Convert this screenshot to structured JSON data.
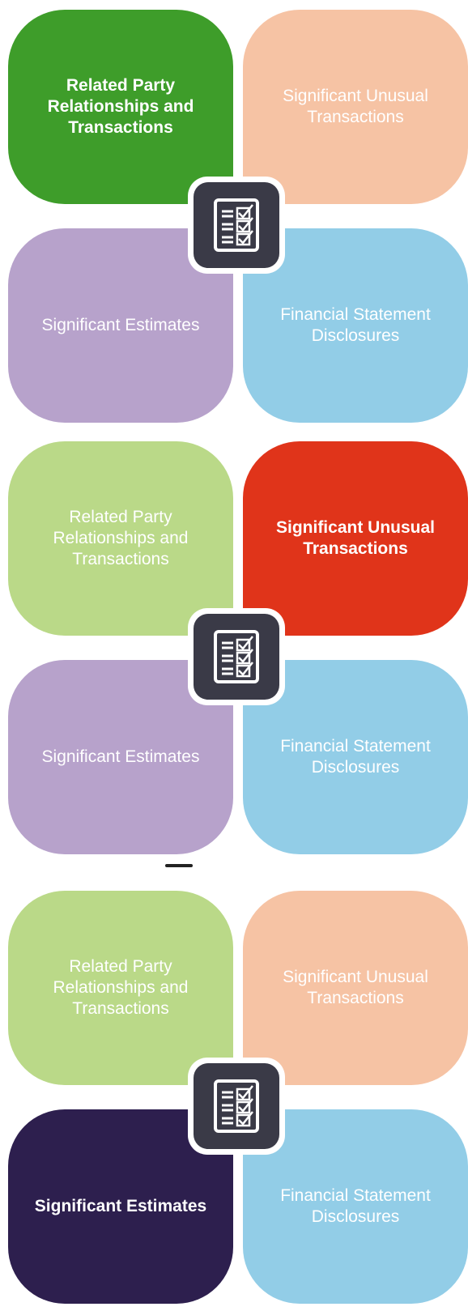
{
  "panels": [
    {
      "tiles": {
        "top_left": {
          "label": "Related Party Relationships and Transactions",
          "color": "#3e9d2a",
          "emphasized": true
        },
        "top_right": {
          "label": "Significant Unusual Transactions",
          "color": "#f6c3a4",
          "emphasized": false
        },
        "bottom_left": {
          "label": "Significant Estimates",
          "color": "#b7a2cb",
          "emphasized": false
        },
        "bottom_right": {
          "label": "Financial Statement Disclosures",
          "color": "#92cde7",
          "emphasized": false
        }
      },
      "center_icon": "checklist-icon"
    },
    {
      "tiles": {
        "top_left": {
          "label": "Related Party Relationships and Transactions",
          "color": "#bad988",
          "emphasized": false
        },
        "top_right": {
          "label": "Significant Unusual Transactions",
          "color": "#e0341a",
          "emphasized": true
        },
        "bottom_left": {
          "label": "Significant Estimates",
          "color": "#b7a2cb",
          "emphasized": false
        },
        "bottom_right": {
          "label": "Financial Statement Disclosures",
          "color": "#92cde7",
          "emphasized": false
        }
      },
      "center_icon": "checklist-icon"
    },
    {
      "tiles": {
        "top_left": {
          "label": "Related Party Relationships and Transactions",
          "color": "#bad988",
          "emphasized": false
        },
        "top_right": {
          "label": "Significant Unusual Transactions",
          "color": "#f6c3a4",
          "emphasized": false
        },
        "bottom_left": {
          "label": "Significant Estimates",
          "color": "#2d1f4e",
          "emphasized": true
        },
        "bottom_right": {
          "label": "Financial Statement Disclosures",
          "color": "#92cde7",
          "emphasized": false
        }
      },
      "center_icon": "checklist-icon"
    }
  ],
  "colors": {
    "icon_background": "#3a3a47",
    "icon_foreground": "#ffffff"
  }
}
